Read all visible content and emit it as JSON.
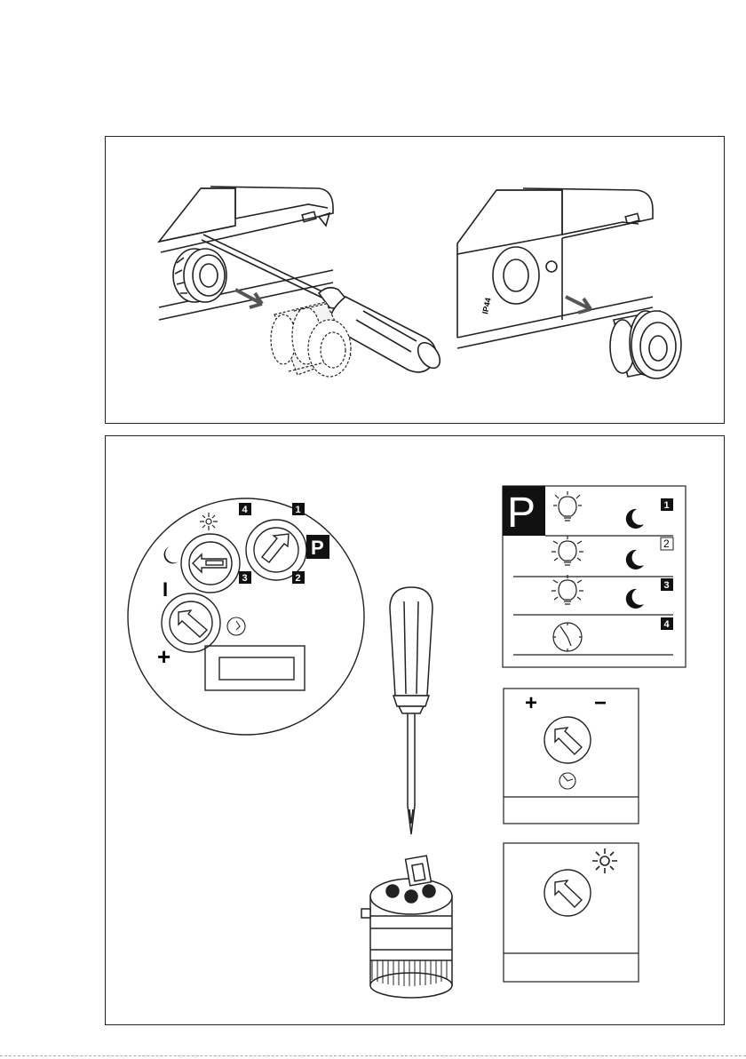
{
  "installation_panel": {
    "sensor_label": "IP44"
  },
  "dial_face": {
    "program_marker": "P",
    "positions": [
      "1",
      "2",
      "3",
      "4"
    ],
    "minus_symbol": "I",
    "plus_symbol": "+"
  },
  "program_table": {
    "header": "P",
    "rows": [
      {
        "number": "1"
      },
      {
        "number": "2"
      },
      {
        "number": "3"
      },
      {
        "number": "4"
      }
    ]
  },
  "time_adjust_card": {
    "plus_symbol": "+",
    "minus_symbol": "−"
  },
  "light_adjust_card": {}
}
